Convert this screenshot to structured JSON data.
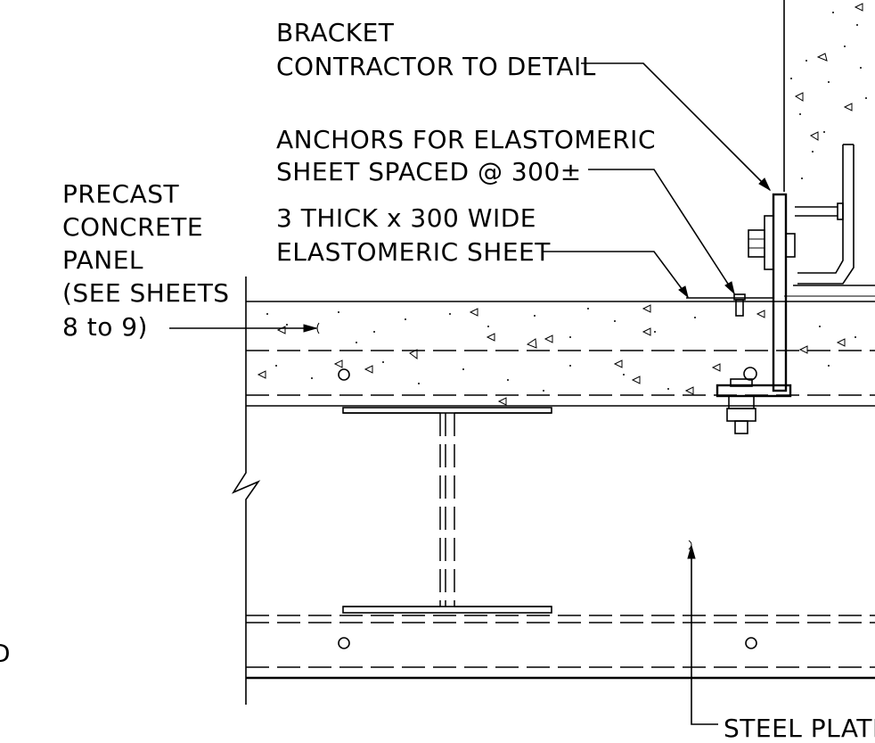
{
  "labels": {
    "bracket_1": "BRACKET",
    "bracket_2": "CONTRACTOR TO DETAIL",
    "anchors_1": "ANCHORS FOR ELASTOMERIC",
    "anchors_2": "SHEET SPACED @ 300±",
    "sheet_1": "3 THICK x 300 WIDE",
    "sheet_2": "ELASTOMERIC SHEET",
    "panel_1": "PRECAST",
    "panel_2": "CONCRETE",
    "panel_3": "PANEL",
    "panel_4": "(SEE SHEETS",
    "panel_5": "8 to 9)",
    "steel_plate": "STEEL PLATE",
    "left_cut": "D"
  }
}
